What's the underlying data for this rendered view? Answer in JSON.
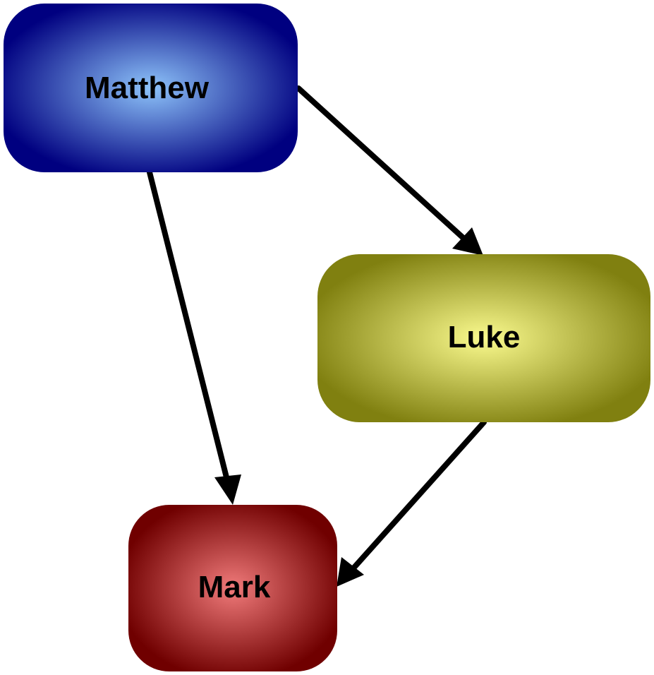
{
  "diagram": {
    "nodes": [
      {
        "id": "matthew",
        "label": "Matthew",
        "fill_center": "#8ec4fa",
        "fill_edge": "#000080"
      },
      {
        "id": "luke",
        "label": "Luke",
        "fill_center": "#fafa8e",
        "fill_edge": "#808010"
      },
      {
        "id": "mark",
        "label": "Mark",
        "fill_center": "#f07a7a",
        "fill_edge": "#700000"
      }
    ],
    "edges": [
      {
        "from": "matthew",
        "to": "luke"
      },
      {
        "from": "matthew",
        "to": "mark"
      },
      {
        "from": "luke",
        "to": "mark"
      }
    ],
    "edge_color": "#000000"
  }
}
